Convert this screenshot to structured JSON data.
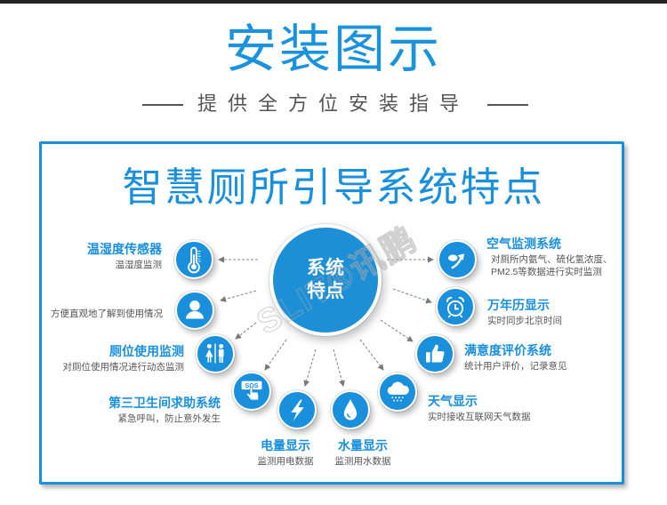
{
  "header": {
    "title": "安装图示",
    "subtitle": "提供全方位安装指导"
  },
  "panel": {
    "title": "智慧厕所引导系统特点",
    "center_line1": "系统",
    "center_line2": "特点",
    "watermark": "SLIT®讯鹏"
  },
  "icons": {
    "sos_text": "SOS"
  },
  "colors": {
    "accent": "#1a8fdb",
    "title": "#1a93dc",
    "text": "#555555",
    "topbar": "#232323"
  },
  "features": [
    {
      "id": "temperature",
      "title": "温湿度传感器",
      "desc": "温湿度监测",
      "icon": "thermometer-icon"
    },
    {
      "id": "usage",
      "title": "",
      "desc": "方便直观地了解到使用情况",
      "icon": "person-icon"
    },
    {
      "id": "stall",
      "title": "厕位使用监测",
      "desc": "对厕位使用情况进行动态监测",
      "icon": "restroom-icon"
    },
    {
      "id": "sos",
      "title": "第三卫生间求助系统",
      "desc": "紧急呼叫，防止意外发生",
      "icon": "sos-hand-icon"
    },
    {
      "id": "power",
      "title": "电量显示",
      "desc": "监测用电数据",
      "icon": "lightning-icon"
    },
    {
      "id": "water",
      "title": "水量显示",
      "desc": "监测用水数据",
      "icon": "water-drop-icon"
    },
    {
      "id": "weather",
      "title": "天气显示",
      "desc": "实时接收互联网天气数据",
      "icon": "rain-cloud-icon"
    },
    {
      "id": "rating",
      "title": "满意度评价系统",
      "desc": "统计用户评价，记录意见",
      "icon": "thumbs-up-icon"
    },
    {
      "id": "calendar",
      "title": "万年历显示",
      "desc": "实时同步北京时间",
      "icon": "alarm-clock-icon"
    },
    {
      "id": "air",
      "title": "空气监测系统",
      "desc": "对厕所内氨气、硫化氢浓度、",
      "desc2": "PM2.5等数据进行实时监测",
      "icon": "air-quality-icon"
    }
  ]
}
